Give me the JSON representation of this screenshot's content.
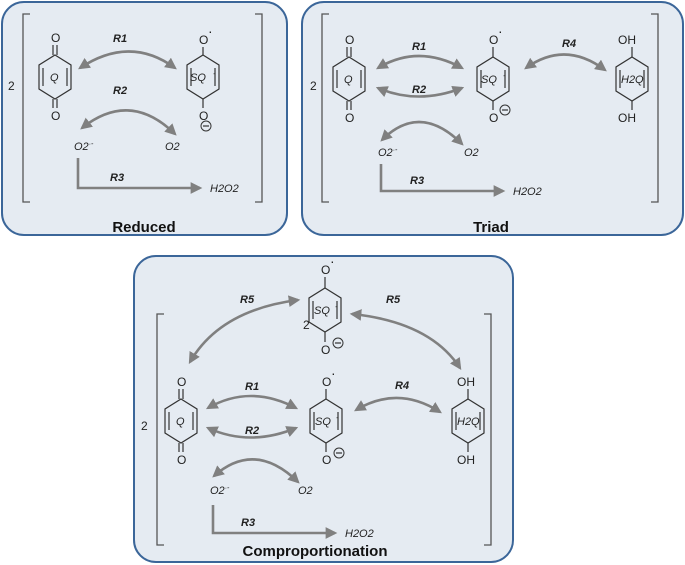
{
  "colors": {
    "panel_fill": "#e5ebf2",
    "panel_border": "#3b6699",
    "arrow": "#808080",
    "ink": "#222222"
  },
  "panels": {
    "reduced": {
      "title": "Reduced",
      "coef": "2",
      "q_label": "Q",
      "sq_label": "SQ",
      "r1": "R1",
      "r2": "R2",
      "r3": "R3",
      "o2_radical": "O2",
      "o2": "O2",
      "h2o2": "H2O2"
    },
    "triad": {
      "title": "Triad",
      "coef": "2",
      "q_label": "Q",
      "sq_label": "SQ",
      "h2q_label": "H2Q",
      "oh_top": "OH",
      "oh_bottom": "OH",
      "r1": "R1",
      "r2": "R2",
      "r3": "R3",
      "r4": "R4",
      "o2_radical": "O2",
      "o2": "O2",
      "h2o2": "H2O2"
    },
    "comproportionation": {
      "title": "Comproportionation",
      "coef_outer": "2",
      "coef_inner": "2",
      "q_label": "Q",
      "sq_label": "SQ",
      "sq_top_label": "SQ",
      "h2q_label": "H2Q",
      "oh_top": "OH",
      "oh_bottom": "OH",
      "r1": "R1",
      "r2": "R2",
      "r3": "R3",
      "r4": "R4",
      "r5_left": "R5",
      "r5_right": "R5",
      "o2_radical": "O2",
      "o2": "O2",
      "h2o2": "H2O2"
    }
  }
}
